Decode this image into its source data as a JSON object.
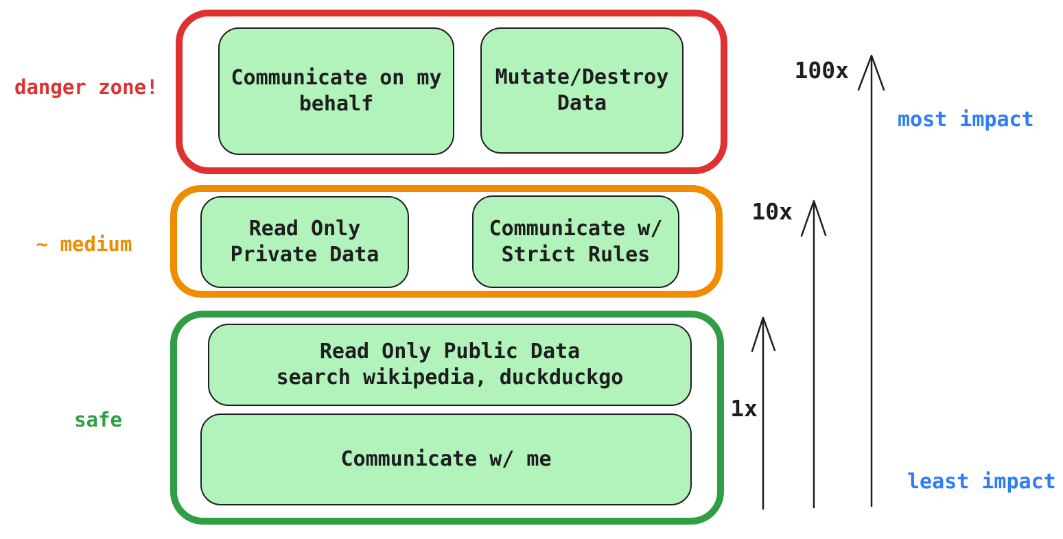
{
  "zones": [
    {
      "name": "danger",
      "label": "danger zone!",
      "color": "#e03131",
      "boxes": [
        {
          "lines": [
            "Communicate on my",
            "behalf"
          ]
        },
        {
          "lines": [
            "Mutate/Destroy",
            "Data"
          ]
        }
      ]
    },
    {
      "name": "medium",
      "label": "~ medium",
      "color": "#f08c00",
      "boxes": [
        {
          "lines": [
            "Read Only",
            "Private Data"
          ]
        },
        {
          "lines": [
            "Communicate w/",
            "Strict Rules"
          ]
        }
      ]
    },
    {
      "name": "safe",
      "label": "safe",
      "color": "#2f9e44",
      "boxes": [
        {
          "lines": [
            "Read Only Public Data",
            "search wikipedia, duckduckgo"
          ]
        },
        {
          "lines": [
            "Communicate w/ me"
          ]
        }
      ]
    }
  ],
  "impact_axis": {
    "arrow_labels": [
      "1x",
      "10x",
      "100x"
    ],
    "top_label": "most impact",
    "bottom_label": "least impact"
  },
  "colors": {
    "danger": "#e03131",
    "medium": "#f08c00",
    "safe": "#2f9e44",
    "box_fill": "#b2f2bb",
    "ink": "#1e1e1e",
    "impact_text": "#2e7cf6"
  }
}
